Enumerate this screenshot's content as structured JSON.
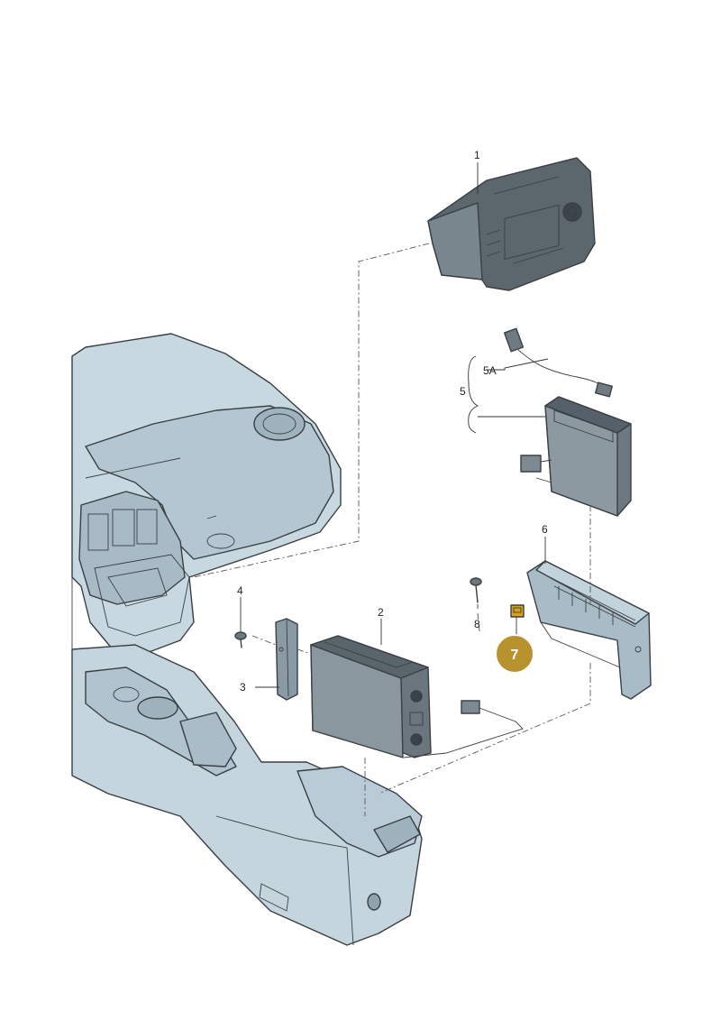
{
  "callouts": {
    "c1": "1",
    "c2": "2",
    "c3": "3",
    "c4": "4",
    "c5": "5",
    "c5a": "5A",
    "c6": "6",
    "c7": "7",
    "c8": "8"
  },
  "colors": {
    "part_fill": "#b9cbd6",
    "part_light": "#d7e3ea",
    "part_dark": "#7f95a3",
    "unit_dark": "#4b555c",
    "badge": "#b8922c"
  }
}
